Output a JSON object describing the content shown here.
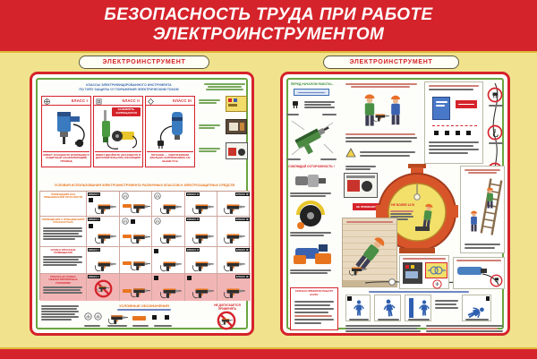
{
  "banner": {
    "line1": "БЕЗОПАСНОСТЬ ТРУДА ПРИ РАБОТЕ",
    "line2": "ЭЛЕКТРОИНСТРУМЕНТОМ"
  },
  "colors": {
    "banner_red": "#d5232b",
    "page_yellow": "#f1e38e",
    "frame_green": "#6aa641",
    "accent_orange": "#e8751e",
    "accent_blue": "#3a6cb3",
    "row_pink": "#f2b5b5",
    "gold_line": "#dfb73b"
  },
  "left_poster": {
    "pill_label": "ЭЛЕКТРОИНСТРУМЕНТ",
    "title_line1": "КЛАССЫ ЭЛЕКТРИФИЦИРОВАННОГО ИНСТРУМЕНТА",
    "title_line2": "ПО ТИПУ ЗАЩИТЫ ОТ ПОРАЖЕНИЯ ЭЛЕКТРИЧЕСКИМ ТОКОМ",
    "classes": [
      {
        "label": "КЛАСС I",
        "caption": "ИМЕЕТ ОСНОВНУЮ ИЗОЛЯЦИЮ И ЗАЩИТНЫЙ (ЗАЗЕМЛЯЮЩИЙ) ПРОВОД"
      },
      {
        "label": "КЛАСС II",
        "badge_line1": "ЗАЗЕМЛЯТЬ",
        "badge_line2": "ЗАПРЕЩАЕТСЯ",
        "caption": "ИМЕЕТ ДВОЙНУЮ (ОСНОВНУЮ И ДОПОЛНИТЕЛЬНУЮ) ИЗОЛЯЦИЮ"
      },
      {
        "label": "КЛАСС III",
        "caption": "ПИТАНИЕ — СВЕРХНИЗКИМ (МАЛЫМ) НАПРЯЖЕНИЕМ, НЕ ВЫШЕ 50 В"
      }
    ],
    "table_title": "УСЛОВИЯ ИСПОЛЬЗОВАНИЯ ЭЛЕКТРОИНСТРУМЕНТА РАЗЛИЧНЫХ КЛАССОВ И ЭЛЕКТРОЗАЩИТНЫХ СРЕДСТВ",
    "row_labels": [
      "ПОМЕЩЕНИЯ БЕЗ ПОВЫШЕННОЙ ОПАСНОСТИ",
      "ПОМЕЩЕНИЯ С ПОВЫШЕННОЙ ОПАСНОСТЬЮ",
      "ОСОБО ОПАСНЫЕ ПОМЕЩЕНИЯ",
      "РАБОТЫ В ОСОБО НЕБЛАГОПРИЯТНЫХ УСЛОВИЯХ"
    ],
    "class_tags": [
      "КЛАСС I",
      "КЛАСС II",
      "КЛАСС III"
    ],
    "legend_title": "УСЛОВНЫЕ ОБОЗНАЧЕНИЯ",
    "prohibited_note": "НЕ ДОПУСКАЕТСЯ ПРИМЕНЯТЬ"
  },
  "right_poster": {
    "pill_label": "ЭЛЕКТРОИНСТРУМЕНТ",
    "check_title": "ПЕРЕД НАЧАЛОМ РАБОТЫ...",
    "caution_note": "СОБЛЮДАЙ ОСТОРОЖНОСТЬ !",
    "tank_limit": "НЕ БОЛЕЕ 12 В",
    "no_use_label": "НЕ ПРИМЕНЯТЬ",
    "stop_box_title": "СРОЧНО ПРЕКРАТИ РАБОТУ ЕСЛИ:"
  }
}
